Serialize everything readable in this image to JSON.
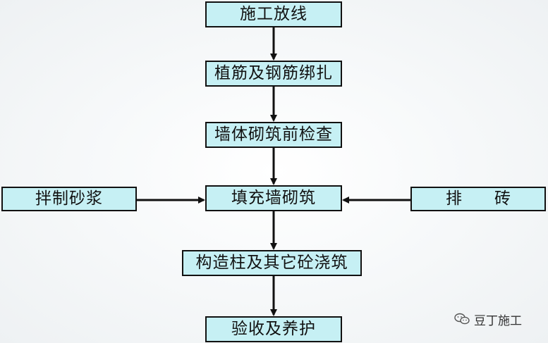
{
  "flow": {
    "steps": [
      "施工放线",
      "植筋及钢筋绑扎",
      "墙体砌筑前检查",
      "填充墙砌筑",
      "构造柱及其它砼浇筑",
      "验收及养护"
    ],
    "left_input": "拌制砂浆",
    "right_input": "排　　砖"
  },
  "watermark": {
    "text": "豆丁施工",
    "icon": "wechat-icon"
  }
}
